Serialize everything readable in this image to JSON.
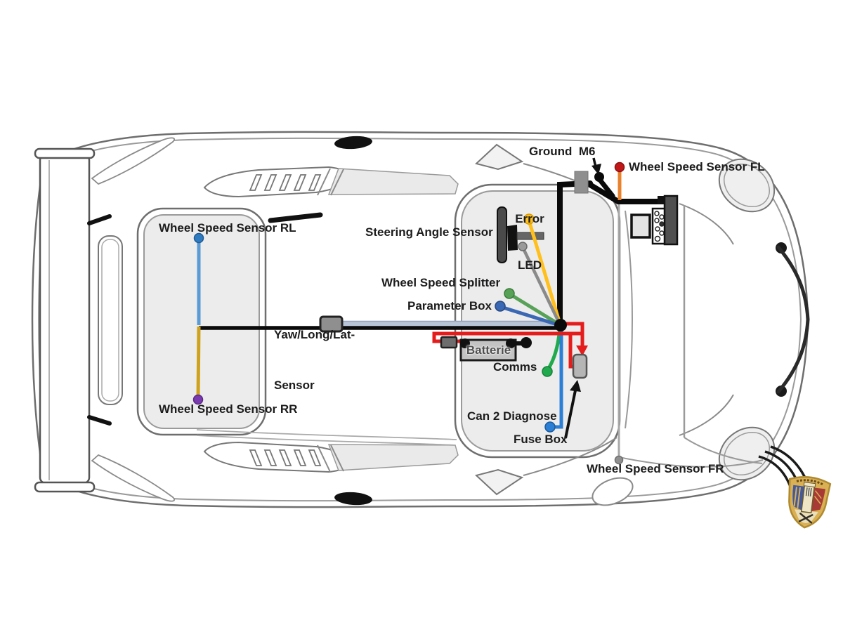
{
  "labels": {
    "ground_m6": "Ground  M6",
    "wheel_speed_sensor_fl": "Wheel Speed Sensor FL",
    "error_line1": "Error",
    "error_line2": "LED",
    "steering_angle_sensor": "Steering Angle Sensor",
    "wheel_speed_splitter": "Wheel Speed Splitter",
    "parameter_box": "Parameter Box",
    "yaw_line1": "Yaw/Long/Lat-",
    "yaw_line2": "Sensor",
    "wheel_speed_sensor_rl": "Wheel Speed Sensor RL",
    "wheel_speed_sensor_rr": "Wheel Speed Sensor RR",
    "batterie": "Batterie",
    "comms": "Comms",
    "can_2_diagnose": "Can 2 Diagnose",
    "fuse_box": "Fuse Box",
    "wheel_speed_sensor_fr": "Wheel Speed Sensor FR"
  },
  "wire_colors": {
    "main_harness": "#0a0a0a",
    "comm_bus": "#b7c3d6",
    "wheel_speed_rl": "#5b9bd5",
    "wheel_speed_rr": "#cfa21d",
    "wheel_speed_fl": "#e8822e",
    "wheel_speed_fr": "#a8a8a8",
    "steering_angle": "#8a8a8a",
    "error_led": "#ffc01e",
    "wheel_speed_splitter": "#57a257",
    "parameter_box": "#3a68b5",
    "comms": "#21aa4d",
    "can_2_diagnose": "#2b7fd4",
    "power_positive": "#e51c1c"
  },
  "dot_colors": {
    "rl": "#2f7bc0",
    "rr": "#7a3ab0",
    "fl": "#c01818",
    "fr": "#8f8f8f",
    "error_led": "#ffc01e",
    "steering": "#9a9a9a",
    "splitter": "#57a257",
    "parameter": "#3a68b5",
    "comms": "#21aa4d",
    "can2": "#2b7fd4",
    "junction": "#0a0a0a",
    "ground_bolt": "#0a0a0a"
  }
}
